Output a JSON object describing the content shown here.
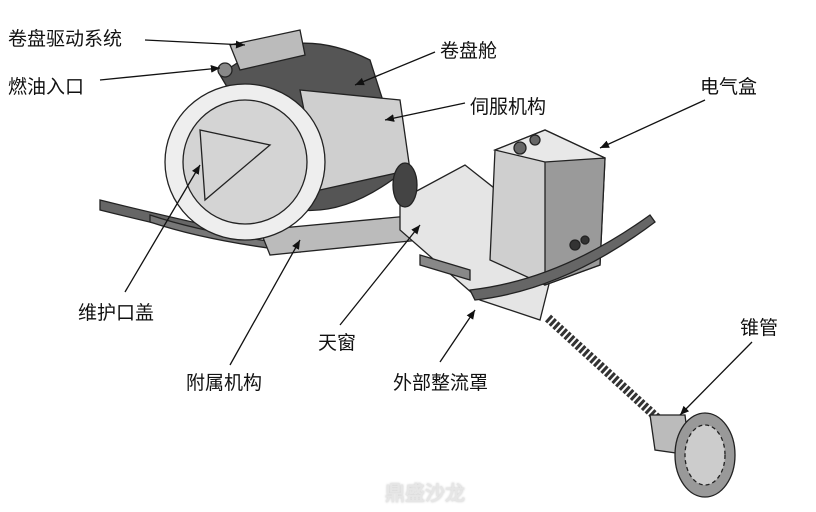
{
  "labels": {
    "reel_drive": "卷盘驱动系统",
    "fuel_inlet": "燃油入口",
    "reel_bay": "卷盘舱",
    "servo": "伺服机构",
    "electrical_box": "电气盒",
    "maintenance_cover": "维护口盖",
    "skylight": "天窗",
    "auxiliary": "附属机构",
    "fairing": "外部整流罩",
    "drogue": "锥管"
  },
  "watermark": "鼎盛沙龙"
}
